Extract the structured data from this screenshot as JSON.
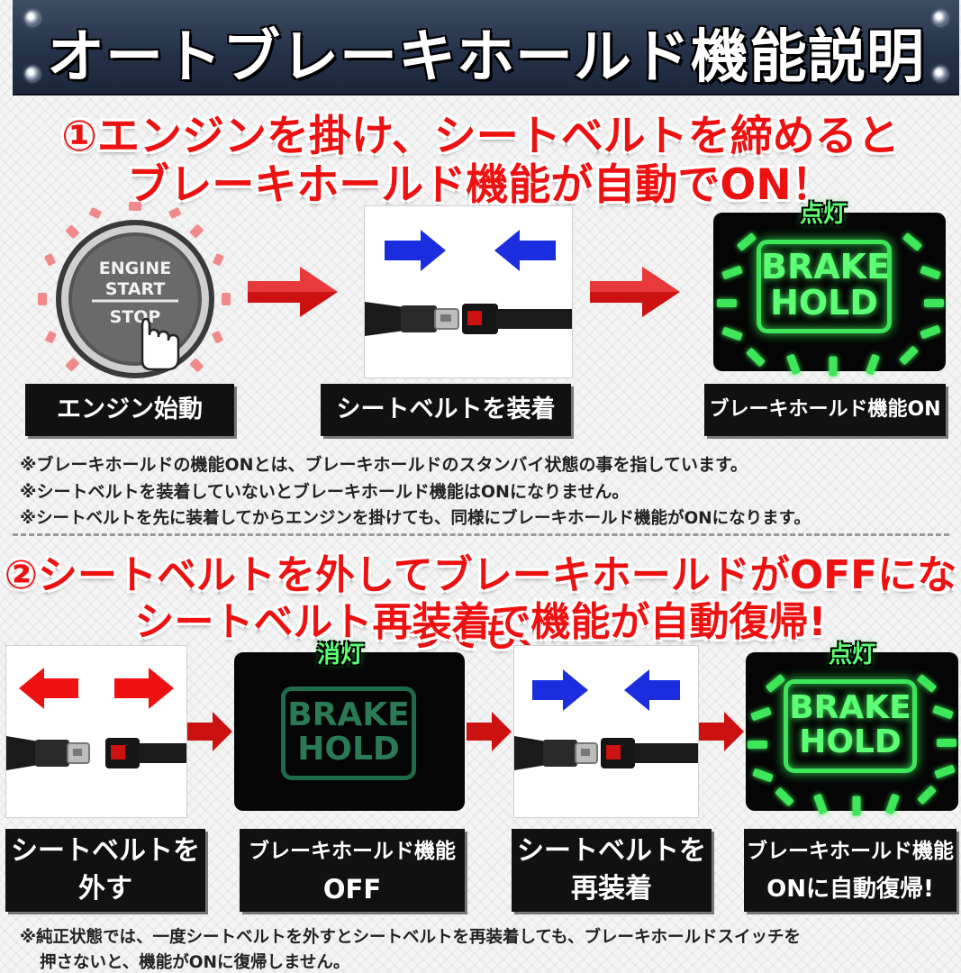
{
  "header": {
    "title": "オートブレーキホールド機能説明"
  },
  "section1": {
    "heading_line1": "①エンジンを掛け、シートベルトを締めると",
    "heading_line2": "ブレーキホールド機能が自動でON！",
    "engine_button": {
      "line1": "ENGINE",
      "line2": "START",
      "line3": "STOP"
    },
    "indicator_lit_label": "点灯",
    "brake_line1": "BRAKE",
    "brake_line2": "HOLD",
    "labels": [
      "エンジン始動",
      "シートベルトを装着",
      "ブレーキホールド機能ON"
    ],
    "notes": [
      "※ブレーキホールドの機能ONとは、ブレーキホールドのスタンバイ状態の事を指しています。",
      "※シートベルトを装着していないとブレーキホールド機能はONになりません。",
      "※シートベルトを先に装着してからエンジンを掛けても、同様にブレーキホールド機能がONになります。"
    ]
  },
  "section2": {
    "heading_line1": "②シートベルトを外してブレーキホールドがOFFになっても、",
    "heading_line2": "シートベルト再装着で機能が自動復帰!",
    "indicator_off_label": "消灯",
    "indicator_lit_label": "点灯",
    "brake_line1": "BRAKE",
    "brake_line2": "HOLD",
    "labels": [
      {
        "line1": "シートベルトを",
        "line2": "外す"
      },
      {
        "line1": "ブレーキホールド機能",
        "line2": "OFF"
      },
      {
        "line1": "シートベルトを",
        "line2": "再装着"
      },
      {
        "line1": "ブレーキホールド機能",
        "line2": "ONに自動復帰!"
      }
    ],
    "footnote_line1": "※純正状態では、一度シートベルトを外すとシートベルトを再装着しても、ブレーキホールドスイッチを",
    "footnote_line2": "押さないと、機能がONに復帰しません。"
  },
  "colors": {
    "red_heading": "#ee1111",
    "indicator_green": "#3ee65a",
    "indicator_dim": "#1f6a4a",
    "arrow_red": "#cc1111",
    "arrow_blue": "#1a2ee0",
    "header_navy": "#24324a"
  }
}
